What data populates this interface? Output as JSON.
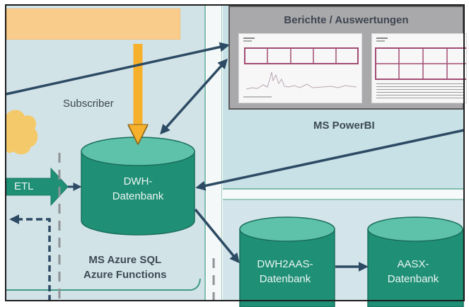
{
  "diagram": {
    "title": "DWH Architecture: MS Azure SQL, MS PowerBI, Analysis Services",
    "colors": {
      "db_fill": "#1f8f76",
      "db_top": "#5ec2aa",
      "arrow_dark": "#2c4a63",
      "arrow_orange": "#f6b02c",
      "source_bar": "#f9cc8c",
      "cloud": "#f4c96a",
      "report_pink": "#a24d73"
    },
    "nodes": {
      "dwh": {
        "line1": "DWH-",
        "line2": "Datenbank"
      },
      "dwh2aas": {
        "line1": "DWH2AAS-",
        "line2": "Datenbank"
      },
      "aasx": {
        "line1": "AASX-",
        "line2": "Datenbank"
      }
    },
    "labels": {
      "subscriber": "Subscriber",
      "etl": "ETL",
      "reports_title": "Berichte / Auswertungen",
      "powerbi": "MS PowerBI",
      "azure_line1": "MS Azure SQL",
      "azure_line2": "Azure Functions"
    },
    "edges": [
      {
        "from": "source-bar",
        "to": "dwh",
        "label": "Subscriber",
        "style": "thick-orange"
      },
      {
        "from": "left-edge",
        "to": "reports",
        "style": "solid-dark"
      },
      {
        "from": "dwh",
        "to": "reports",
        "style": "bidirectional-dark"
      },
      {
        "from": "right-edge",
        "to": "dwh",
        "style": "solid-dark"
      },
      {
        "from": "etl",
        "to": "dwh",
        "label": "ETL",
        "style": "thick-green"
      },
      {
        "from": "dwh",
        "to": "dwh2aas",
        "style": "solid-dark"
      },
      {
        "from": "dwh2aas",
        "to": "aasx",
        "style": "solid-dark"
      },
      {
        "from": "bottom",
        "to": "left-edge",
        "style": "dashed-dark"
      }
    ]
  }
}
